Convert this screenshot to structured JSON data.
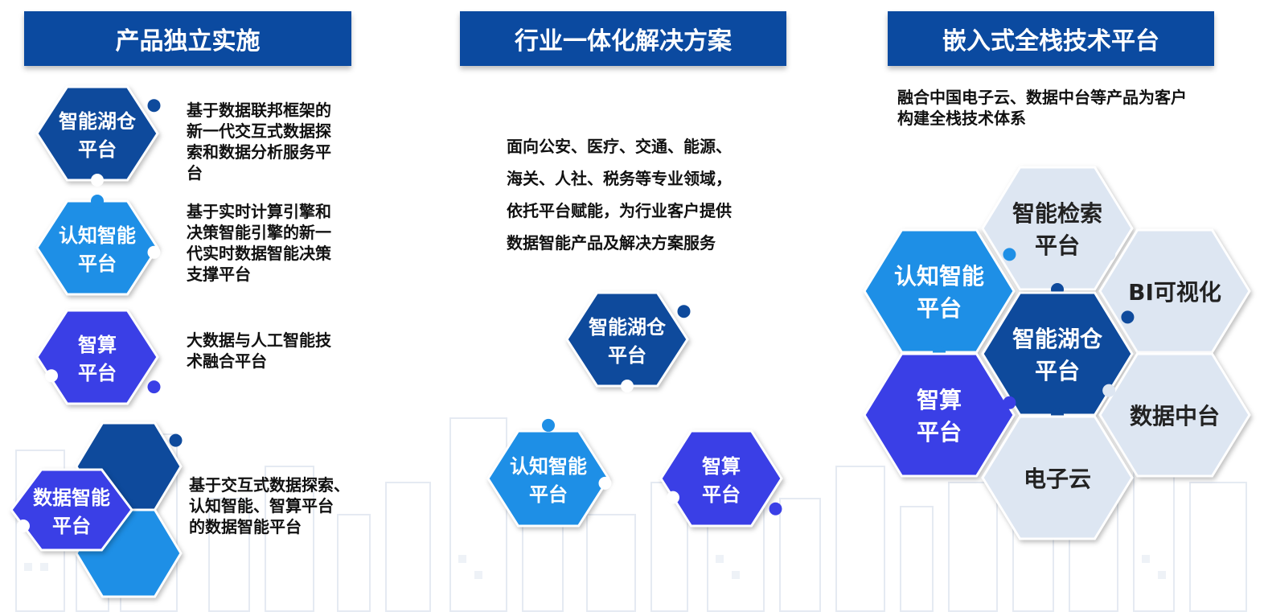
{
  "columns": [
    {
      "header": "产品独立实施",
      "items": [
        {
          "hex": [
            "智能湖仓",
            "平台"
          ],
          "color": "#0e4a9c",
          "desc": [
            "基于数据联邦框架的",
            "新一代交互式数据探",
            "索和数据分析服务平",
            "台"
          ]
        },
        {
          "hex": [
            "认知智能",
            "平台"
          ],
          "color": "#1e8fe6",
          "desc": [
            "基于实时计算引擎和",
            "决策智能引擎的新一",
            "代实时数据智能决策",
            "支撑平台"
          ]
        },
        {
          "hex": [
            "智算",
            "平台"
          ],
          "color": "#3a3fe6",
          "desc": [
            "大数据与人工智能技",
            "术融合平台"
          ]
        },
        {
          "hex": [
            "数据智能",
            "平台"
          ],
          "color": "#3a3fe6",
          "desc": [
            "基于交互式数据探索、",
            "认知智能、智算平台",
            "的数据智能平台"
          ]
        }
      ]
    },
    {
      "header": "行业一体化解决方案",
      "desc": [
        "面向公安、医疗、交通、能源、",
        "海关、人社、税务等专业领域，",
        "依托平台赋能，为行业客户提供",
        "数据智能产品及解决方案服务"
      ],
      "hexes": [
        {
          "label": [
            "智能湖仓",
            "平台"
          ],
          "color": "#0e4a9c"
        },
        {
          "label": [
            "认知智能",
            "平台"
          ],
          "color": "#1e8fe6"
        },
        {
          "label": [
            "智算",
            "平台"
          ],
          "color": "#3a3fe6"
        }
      ]
    },
    {
      "header": "嵌入式全栈技术平台",
      "desc": [
        "融合中国电子云、数据中台等产品为客户",
        "构建全栈技术体系"
      ],
      "hexes": [
        {
          "label": [
            "智能检索",
            "平台"
          ],
          "color": "#dde6f2",
          "text_color": "#222222"
        },
        {
          "label": [
            "认知智能",
            "平台"
          ],
          "color": "#1e8fe6",
          "text_color": "#ffffff"
        },
        {
          "label": [
            "BI可视化"
          ],
          "color": "#dde6f2",
          "text_color": "#222222"
        },
        {
          "label": [
            "智能湖仓",
            "平台"
          ],
          "color": "#0e4a9c",
          "text_color": "#ffffff"
        },
        {
          "label": [
            "智算",
            "平台"
          ],
          "color": "#3a3fe6",
          "text_color": "#ffffff"
        },
        {
          "label": [
            "数据中台"
          ],
          "color": "#dde6f2",
          "text_color": "#222222"
        },
        {
          "label": [
            "电子云"
          ],
          "color": "#dde6f2",
          "text_color": "#222222"
        }
      ]
    }
  ]
}
